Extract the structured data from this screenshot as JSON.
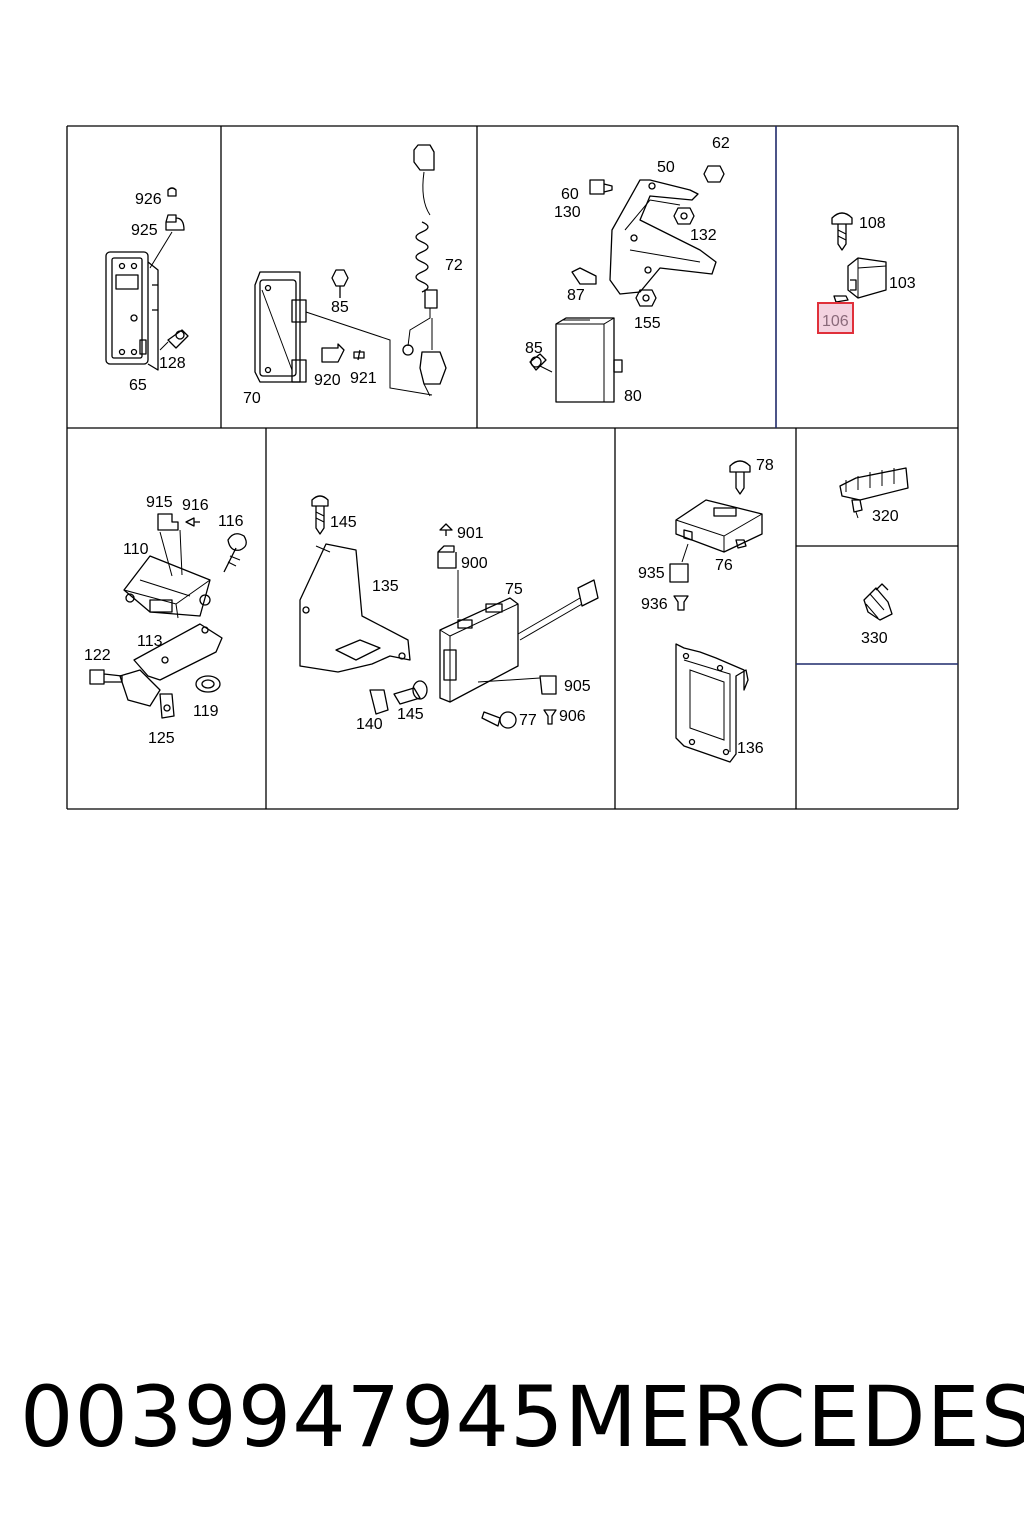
{
  "labels": {
    "p926": "926",
    "p925": "925",
    "p128": "128",
    "p65": "65",
    "p72": "72",
    "p85a": "85",
    "p920": "920",
    "p921": "921",
    "p70": "70",
    "p62": "62",
    "p50": "50",
    "p60": "60",
    "p130": "130",
    "p132": "132",
    "p87": "87",
    "p155": "155",
    "p85b": "85",
    "p80": "80",
    "p108": "108",
    "p103": "103",
    "p106": "106",
    "p915": "915",
    "p916": "916",
    "p116": "116",
    "p110": "110",
    "p113": "113",
    "p122": "122",
    "p119": "119",
    "p125": "125",
    "p145a": "145",
    "p135": "135",
    "p901": "901",
    "p900": "900",
    "p75": "75",
    "p905": "905",
    "p140": "140",
    "p145b": "145",
    "p77": "77",
    "p906": "906",
    "p78": "78",
    "p935": "935",
    "p76": "76",
    "p936": "936",
    "p136": "136",
    "p320": "320",
    "p330": "330"
  },
  "footer": {
    "part_number": "0039947945",
    "brand": "MERCEDES"
  },
  "colors": {
    "highlight": "#e0303a",
    "grid_blue": "#1f2a6b",
    "ink": "#000000"
  }
}
